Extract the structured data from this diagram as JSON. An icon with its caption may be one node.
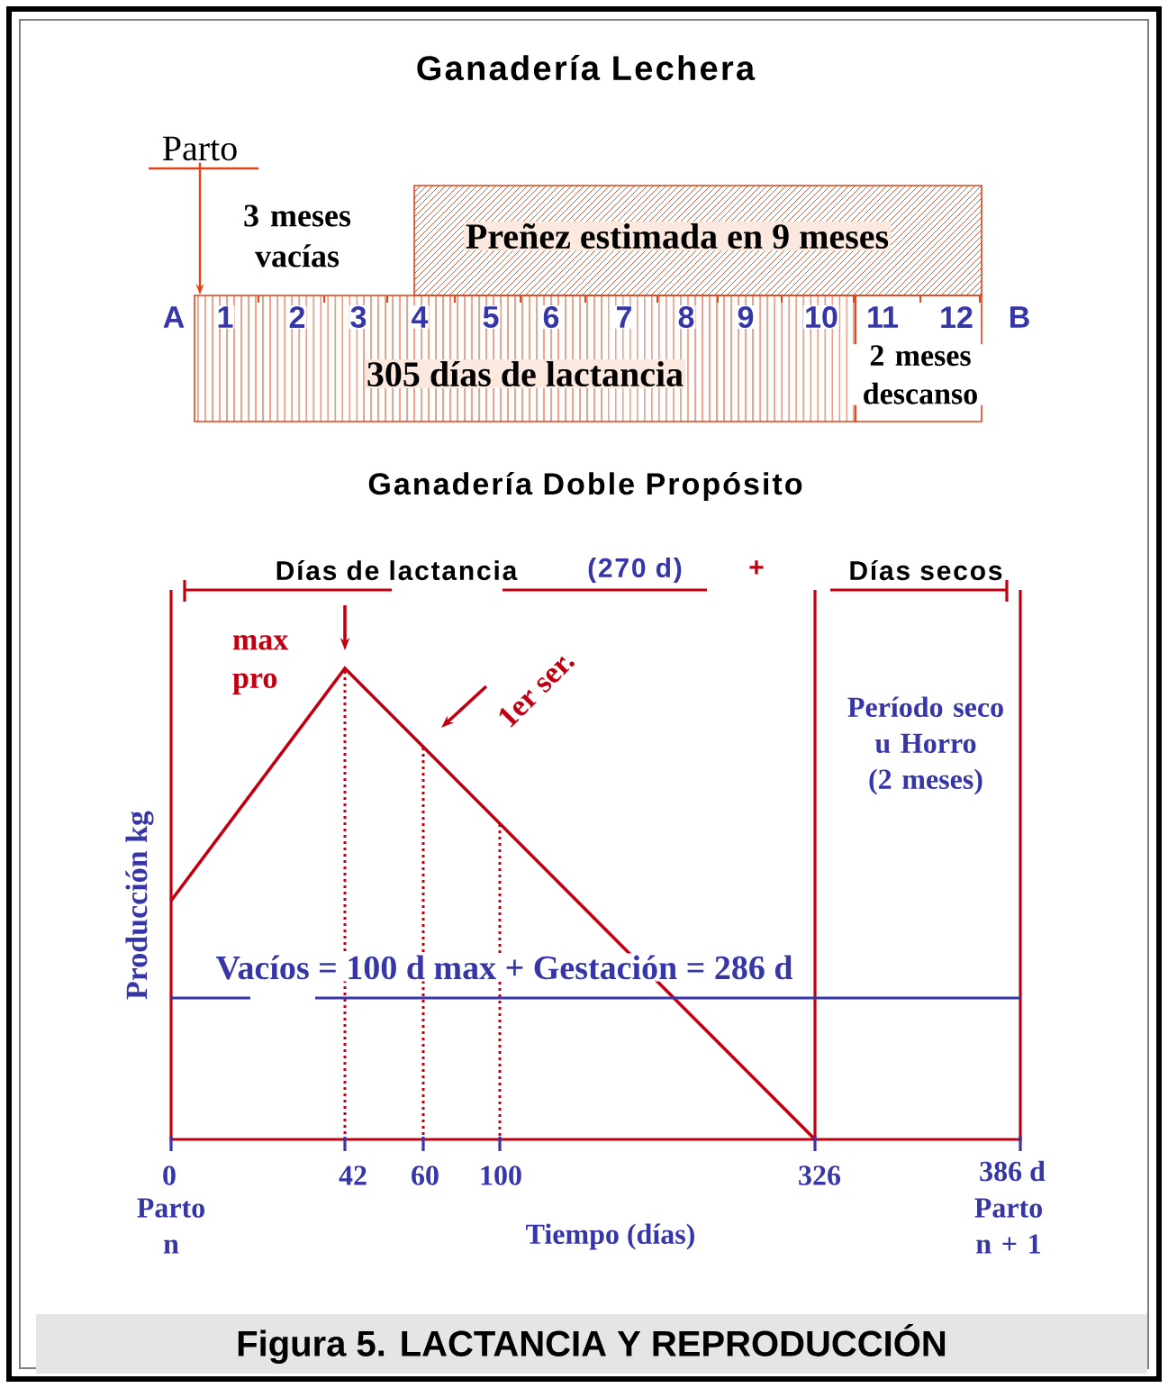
{
  "diagram": {
    "title": "Ganadería Lechera",
    "caption": "Figura 5. LACTANCIA Y REPRODUCCIÓN",
    "nodes": [
      {
        "text": [
          "Parto"
        ]
      },
      {
        "text": [
          "Preñez estimada en 9 meses"
        ]
      },
      {
        "text": [
          "305 días de lactancia"
        ]
      },
      {
        "text": [
          "2 meses descanso"
        ]
      }
    ],
    "edges": [
      {
        "from": 0,
        "to": 2,
        "arrow": "to"
      }
    ],
    "labels": [
      "3 meses vacías",
      "A",
      "1",
      "2",
      "3",
      "4",
      "5",
      "6",
      "7",
      "8",
      "9",
      "10",
      "11",
      "12",
      "B",
      "Ganadería Doble Propósito",
      "Días de lactancia",
      "(270 d)",
      "+",
      "Días secos",
      "max pro",
      "1er ser.",
      "Período seco u Horro (2 meses)",
      "Producción kg",
      "Vacíos = 100 d max + Gestación = 286 d",
      "0",
      "42",
      "60",
      "100",
      "326",
      "386 d",
      "Parto n",
      "Tiempo (días)",
      "Parto n + 1"
    ]
  }
}
